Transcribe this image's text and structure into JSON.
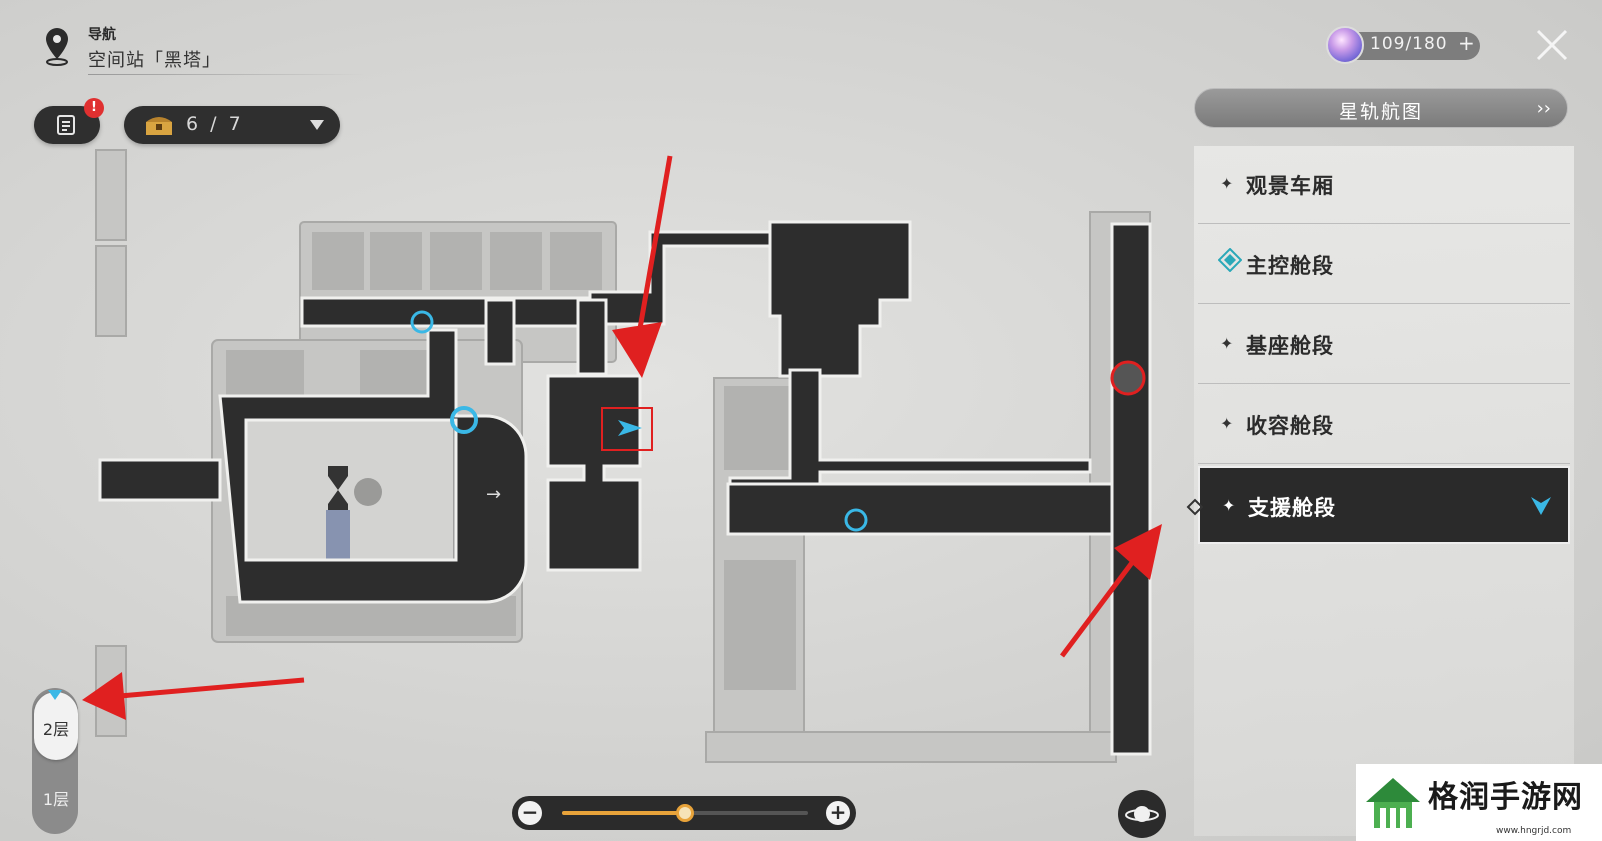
{
  "header": {
    "nav_label": "导航",
    "location": "空间站「黑塔」"
  },
  "toolbar": {
    "alert_badge": "!",
    "chest_count": "6 / 7"
  },
  "top_right": {
    "power_text": "109/180",
    "power_plus": "+",
    "star_rail_label": "星轨航图"
  },
  "areas": [
    {
      "label": "观景车厢",
      "selected": false
    },
    {
      "label": "主控舱段",
      "selected": false
    },
    {
      "label": "基座舱段",
      "selected": false
    },
    {
      "label": "收容舱段",
      "selected": false
    },
    {
      "label": "支援舱段",
      "selected": true
    }
  ],
  "floors": {
    "current": "2层",
    "other": "1层"
  },
  "zoom": {
    "minus": "−",
    "plus": "+",
    "level": 0.5
  },
  "watermark": {
    "text": "格润手游网",
    "url": "www.hngrjd.com"
  },
  "colors": {
    "accent_blue": "#3ab8e6",
    "annotation_red": "#e02020",
    "zoom_orange": "#e8a33a",
    "map_dark": "#2d2d2d"
  },
  "icons": {
    "nav": "location-pin-icon",
    "journal": "journal-icon",
    "chest": "treasure-chest-icon",
    "close": "close-icon",
    "planet": "planet-icon",
    "teleport": "space-anchor-icon"
  }
}
